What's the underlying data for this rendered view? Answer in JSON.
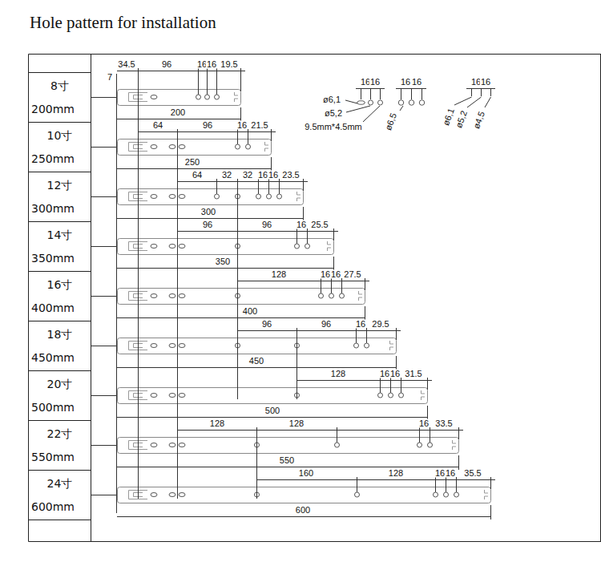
{
  "diagram": {
    "title": "Hole pattern for installation",
    "nodes": [
      {
        "text": [
          "8寸",
          "200mm"
        ]
      },
      {
        "text": [
          "10寸",
          "250mm"
        ]
      },
      {
        "text": [
          "12寸",
          "300mm"
        ]
      },
      {
        "text": [
          "14寸",
          "350mm"
        ]
      },
      {
        "text": [
          "16寸",
          "400mm"
        ]
      },
      {
        "text": [
          "18寸",
          "450mm"
        ]
      },
      {
        "text": [
          "20寸",
          "500mm"
        ]
      },
      {
        "text": [
          "22寸",
          "550mm"
        ]
      },
      {
        "text": [
          "24寸",
          "600mm"
        ]
      }
    ],
    "labels": [
      "7",
      "34.5",
      "96",
      "16",
      "16",
      "19.5",
      "16",
      "16",
      "ø6,1",
      "ø5,2",
      "9.5mm*4.5mm",
      "16",
      "16",
      "ø6,5",
      "16",
      "16",
      "ø6,1",
      "ø5,2",
      "ø4,5",
      "200",
      "64",
      "96",
      "16",
      "21.5",
      "250",
      "64",
      "32",
      "32",
      "16",
      "16",
      "23.5",
      "300",
      "96",
      "96",
      "16",
      "25.5",
      "350",
      "128",
      "16",
      "16",
      "27.5",
      "400",
      "96",
      "96",
      "16",
      "29.5",
      "450",
      "128",
      "16",
      "16",
      "31.5",
      "500",
      "128",
      "128",
      "16",
      "33.5",
      "550",
      "160",
      "128",
      "16",
      "16",
      "35.5",
      "600"
    ]
  }
}
